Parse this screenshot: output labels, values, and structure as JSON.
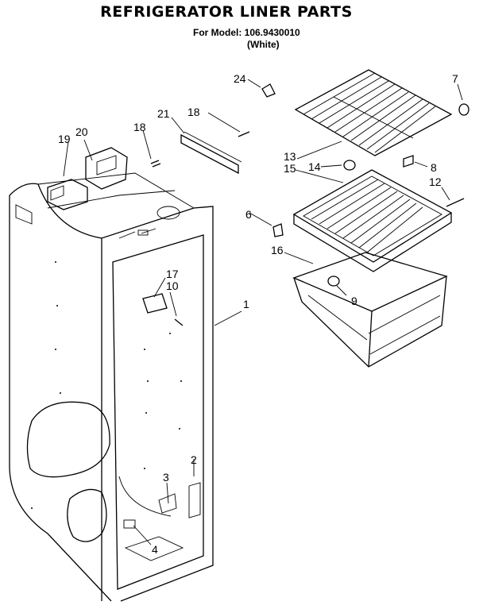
{
  "header": {
    "title": "REFRIGERATOR LINER PARTS",
    "model_line": "For Model: 106.9430010",
    "color_line": "(White)"
  },
  "callouts": {
    "c1": "1",
    "c2": "2",
    "c3": "3",
    "c4": "4",
    "c6": "6",
    "c7": "7",
    "c8": "8",
    "c9": "9",
    "c10": "10",
    "c12": "12",
    "c13": "13",
    "c14": "14",
    "c15": "15",
    "c16": "16",
    "c17": "17",
    "c18a": "18",
    "c18b": "18",
    "c19": "19",
    "c20": "20",
    "c21": "21",
    "c24": "24"
  }
}
